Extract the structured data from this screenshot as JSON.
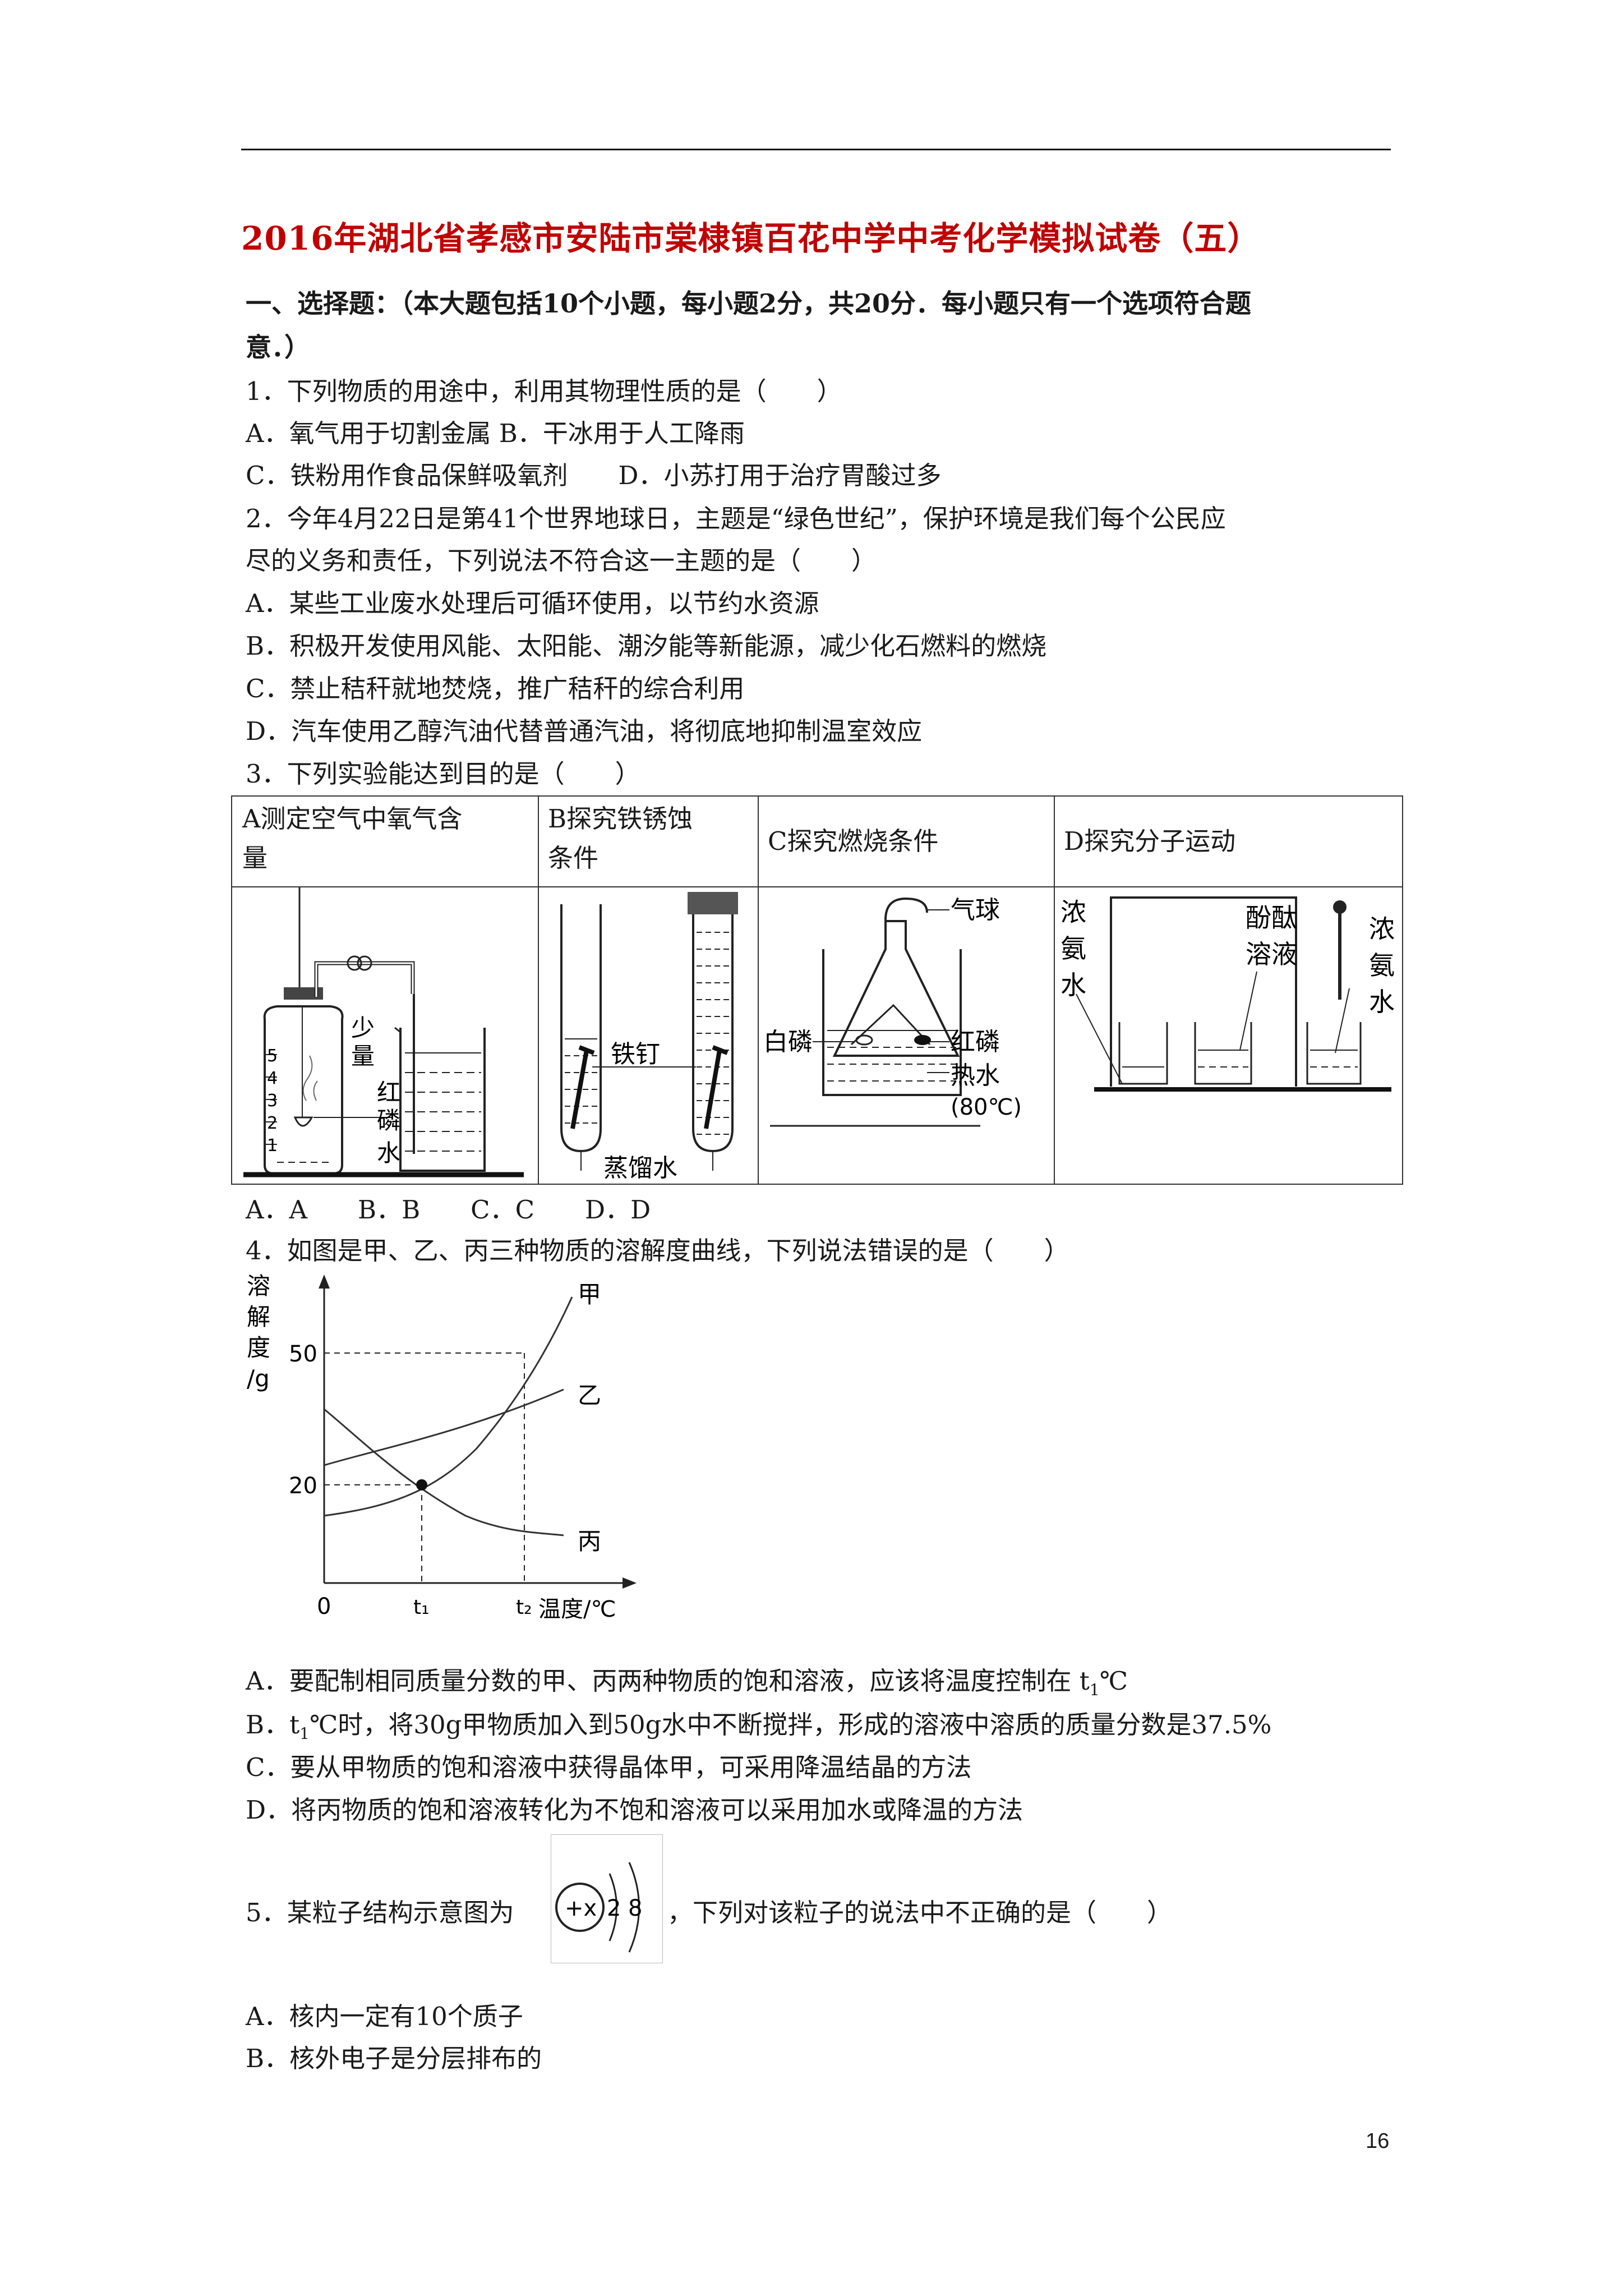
{
  "title": "2016年湖北省孝感市安陆市棠棣镇百花中学中考化学模拟试卷（五）",
  "section1": {
    "line1": "一、选择题：（本大题包括10个小题，每小题2分，共20分．每小题只有一个选项符合题",
    "line2": "意．）"
  },
  "q1": {
    "stem": "1．下列物质的用途中，利用其物理性质的是（　　）",
    "optAB": "A．氧气用于切割金属 B．干冰用于人工降雨",
    "optCD": "C．铁粉用作食品保鲜吸氧剂　　D．小苏打用于治疗胃酸过多"
  },
  "q2": {
    "stem1": "2．今年4月22日是第41个世界地球日，主题是“绿色世纪”，保护环境是我们每个公民应",
    "stem2": "尽的义务和责任，下列说法不符合这一主题的是（　　）",
    "A": "A．某些工业废水处理后可循环使用，以节约水资源",
    "B": "B．积极开发使用风能、太阳能、潮汐能等新能源，减少化石燃料的燃烧",
    "C": "C．禁止秸秆就地焚烧，推广秸秆的综合利用",
    "D": "D．汽车使用乙醇汽油代替普通汽油，将彻底地抑制温室效应"
  },
  "q3": {
    "stem": "3．下列实验能达到目的是（　　）",
    "headA1": "A测定空气中氧气含",
    "headA2": "量",
    "headB1": "B探究铁锈蚀",
    "headB2": "条件",
    "headC": "C探究燃烧条件",
    "headD": "D探究分子运动",
    "figA": {
      "marks": [
        "5",
        "4",
        "3",
        "2",
        "1"
      ],
      "label1": "少",
      "label2": "量",
      "label3": "红",
      "label4": "磷",
      "label5": "水"
    },
    "figB": {
      "nail": "铁钉",
      "water": "蒸馏水"
    },
    "figC": {
      "balloon": "气球",
      "white": "白磷",
      "red": "红磷",
      "hot": "热水",
      "temp": "(80℃)"
    },
    "figD": {
      "ammonia": [
        "浓",
        "氨",
        "水"
      ],
      "phenol1": "酚酞",
      "phenol2": "溶液",
      "ammonia2": [
        "浓",
        "氨",
        "水"
      ]
    },
    "options": "A．A　　B．B　　C．C　　D．D"
  },
  "q4": {
    "stem": "4．如图是甲、乙、丙三种物质的溶解度曲线，下列说法错误的是（　　）",
    "graph": {
      "ylabel": [
        "溶",
        "解",
        "度",
        "/g"
      ],
      "y50": "50",
      "y20": "20",
      "x0": "0",
      "xt1": "t₁",
      "xt2": "t₂",
      "xlabel": "温度/℃",
      "jia": "甲",
      "yi": "乙",
      "bing": "丙"
    },
    "A_pre": "A．要配制相同质量分数的甲、丙两种物质的饱和溶液，应该将温度控制在 t",
    "A_sub": "1",
    "A_post": "℃",
    "B_pre": "B．t",
    "B_sub": "1",
    "B_post": "℃时，将30g甲物质加入到50g水中不断搅拌，形成的溶液中溶质的质量分数是37.5%",
    "C": "C．要从甲物质的饱和溶液中获得晶体甲，可采用降温结晶的方法",
    "D": "D．将丙物质的饱和溶液转化为不饱和溶液可以采用加水或降温的方法"
  },
  "q5": {
    "pre": "5．某粒子结构示意图为",
    "post": "，下列对该粒子的说法中不正确的是（　　）",
    "nucleus": "+x",
    "shell1": "2",
    "shell2": "8",
    "A": "A．核内一定有10个质子",
    "B": "B．核外电子是分层排布的"
  },
  "page_number": "16"
}
